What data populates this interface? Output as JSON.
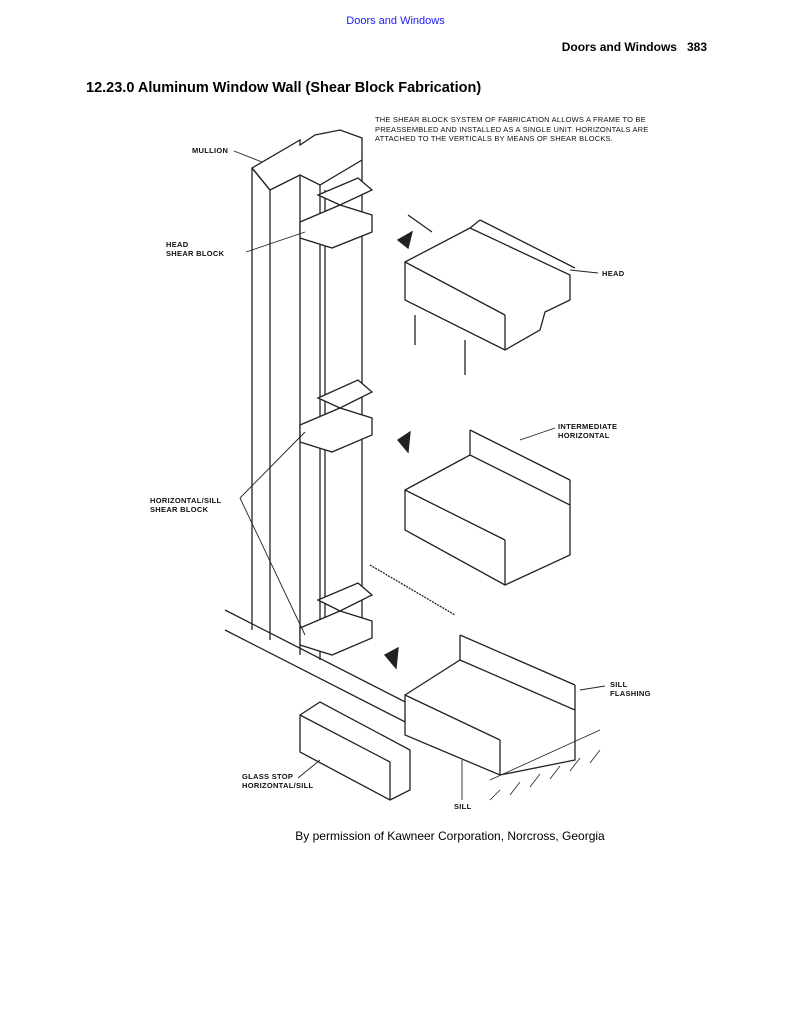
{
  "top_link": "Doors and Windows",
  "running_header": {
    "section": "Doors and Windows",
    "page": "383"
  },
  "title": "12.23.0 Aluminum Window Wall (Shear Block Fabrication)",
  "figure": {
    "intro": "THE SHEAR BLOCK SYSTEM OF FABRICATION ALLOWS A FRAME TO BE PREASSEMBLED AND INSTALLED AS A SINGLE UNIT. HORIZONTALS ARE ATTACHED TO THE VERTICALS BY MEANS OF SHEAR BLOCKS.",
    "labels": {
      "mullion": "MULLION",
      "head_shear_block": "HEAD\nSHEAR BLOCK",
      "head": "HEAD",
      "intermediate_horizontal": "INTERMEDIATE\nHORIZONTAL",
      "horizontal_sill_shear_block": "HORIZONTAL/SILL\nSHEAR BLOCK",
      "sill_flashing": "SILL\nFLASHING",
      "glass_stop": "GLASS STOP\nHORIZONTAL/SILL",
      "sill": "SILL"
    }
  },
  "caption": "By permission of Kawneer Corporation, Norcross, Georgia"
}
